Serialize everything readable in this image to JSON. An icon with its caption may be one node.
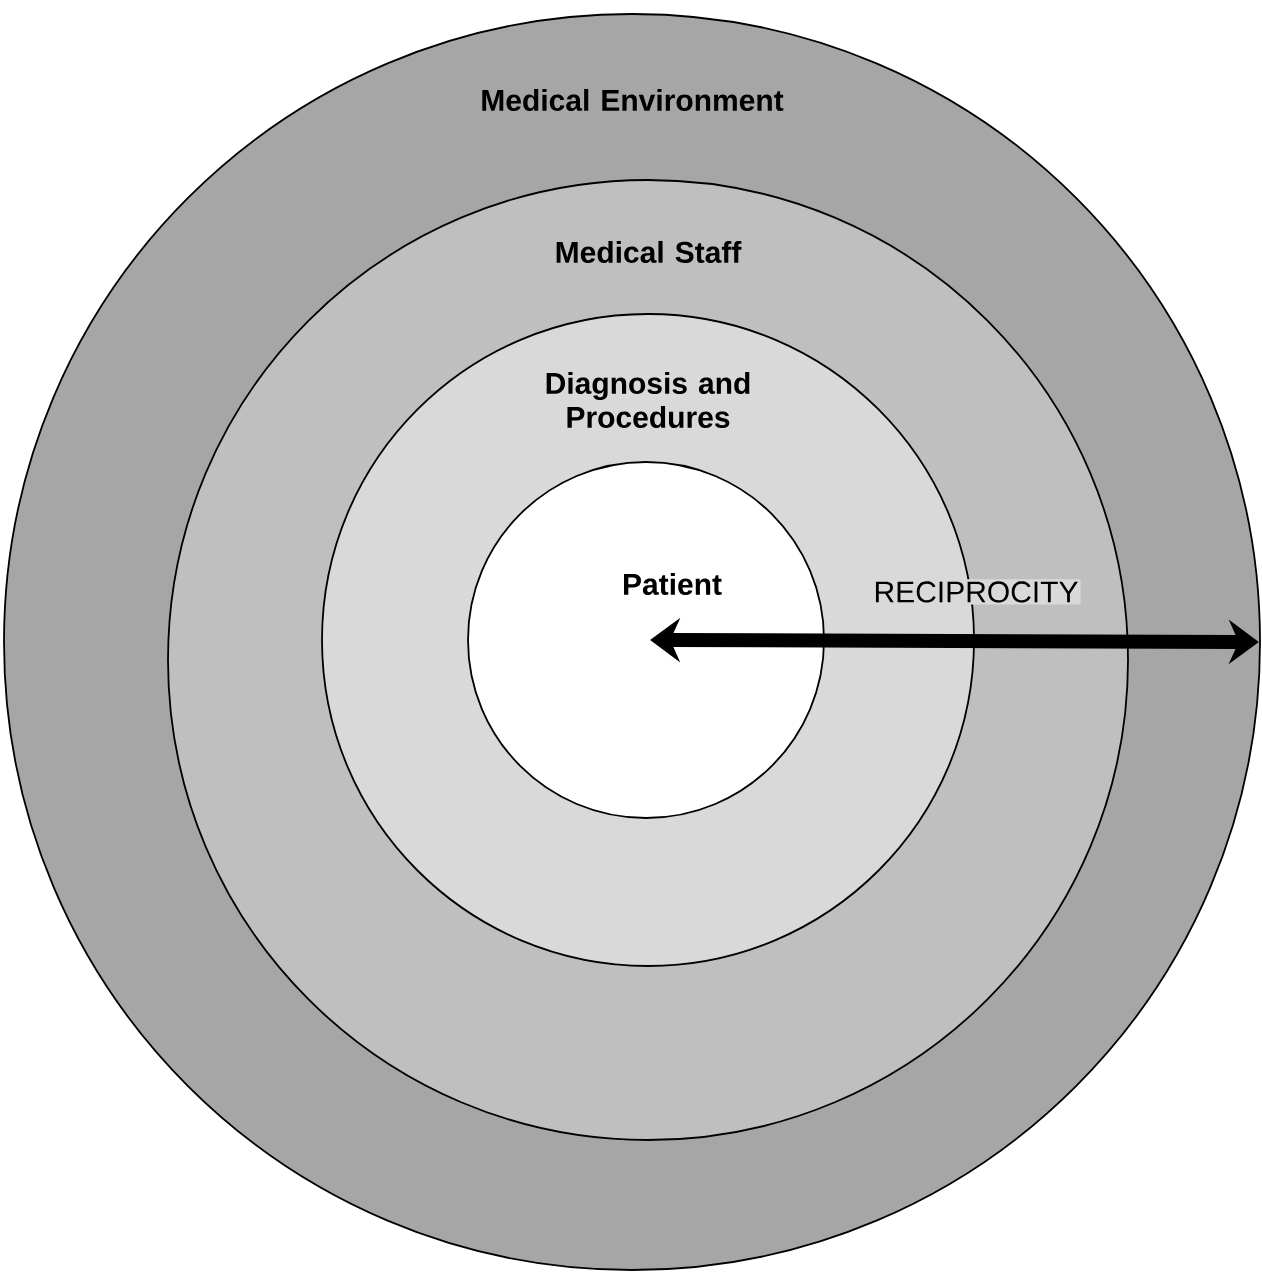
{
  "diagram": {
    "nodes": [
      {
        "text": [
          "Medical Environment"
        ]
      },
      {
        "text": [
          "Medical Staff"
        ],
        "in": 0
      },
      {
        "text": [
          "Diagnosis and Procedures"
        ],
        "in": 1
      },
      {
        "text": [
          "Patient"
        ],
        "in": 2
      }
    ],
    "edges": [
      {
        "from": 3,
        "to": 0,
        "arrow": "both",
        "label": "RECIPROCITY"
      }
    ]
  }
}
